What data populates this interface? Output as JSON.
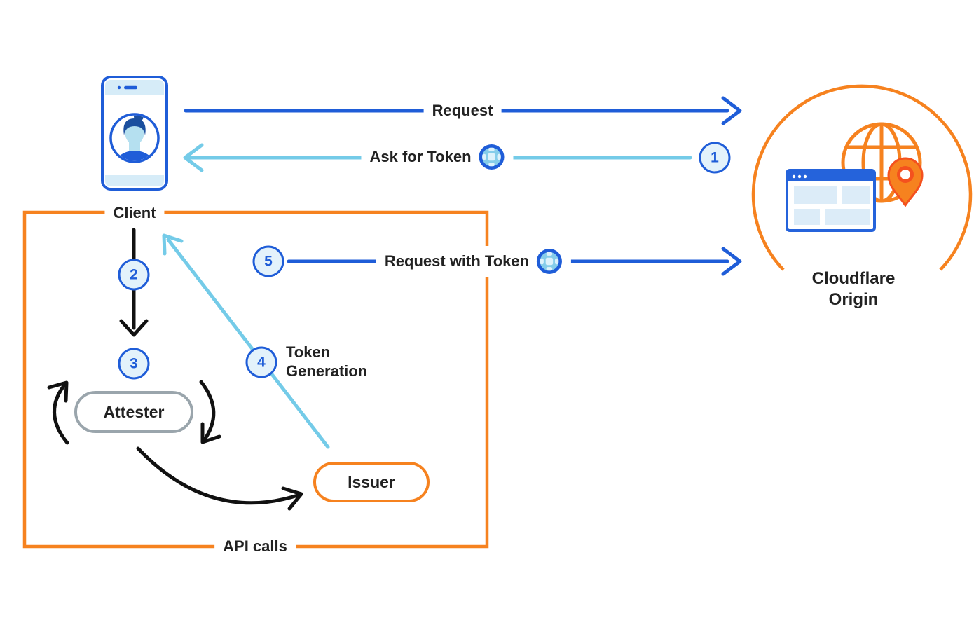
{
  "colors": {
    "blue": "#1f5dd8",
    "light_blue": "#74cbe8",
    "pale_blue": "#e3f2fb",
    "orange": "#f6821f",
    "gray": "#9aa5ac",
    "ink": "#222222"
  },
  "nodes": {
    "client": {
      "label": "Client"
    },
    "cloudflare_origin": {
      "label_line1": "Cloudflare",
      "label_line2": "Origin"
    },
    "attester": {
      "label": "Attester"
    },
    "issuer": {
      "label": "Issuer"
    }
  },
  "steps": [
    "1",
    "2",
    "3",
    "4",
    "5"
  ],
  "flows": {
    "request": {
      "label": "Request"
    },
    "ask_for_token": {
      "label": "Ask for Token"
    },
    "request_with_token": {
      "label": "Request with Token"
    },
    "token_generation": {
      "label_line1": "Token",
      "label_line2": "Generation"
    },
    "api_calls": {
      "label": "API calls"
    }
  },
  "icons": {
    "token": "token-icon",
    "client": "smartphone-user-icon",
    "origin": "globe-browser-location-pin-icon"
  }
}
